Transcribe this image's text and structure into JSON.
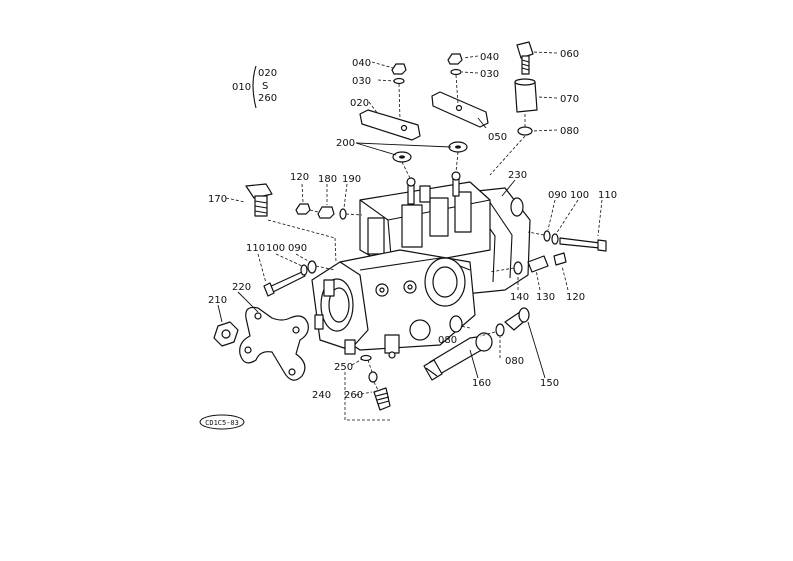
{
  "diagram": {
    "range_label": {
      "main": "010",
      "from": "020",
      "sep": "S",
      "to": "260"
    },
    "part_labels": [
      "040",
      "030",
      "020",
      "200",
      "040",
      "030",
      "050",
      "060",
      "070",
      "080",
      "120",
      "180",
      "190",
      "170",
      "230",
      "090",
      "100",
      "110",
      "110",
      "100",
      "090",
      "140",
      "130",
      "120",
      "220",
      "210",
      "080",
      "080",
      "150",
      "160",
      "250",
      "240",
      "260"
    ],
    "code_badge": "CD1C5-03"
  }
}
